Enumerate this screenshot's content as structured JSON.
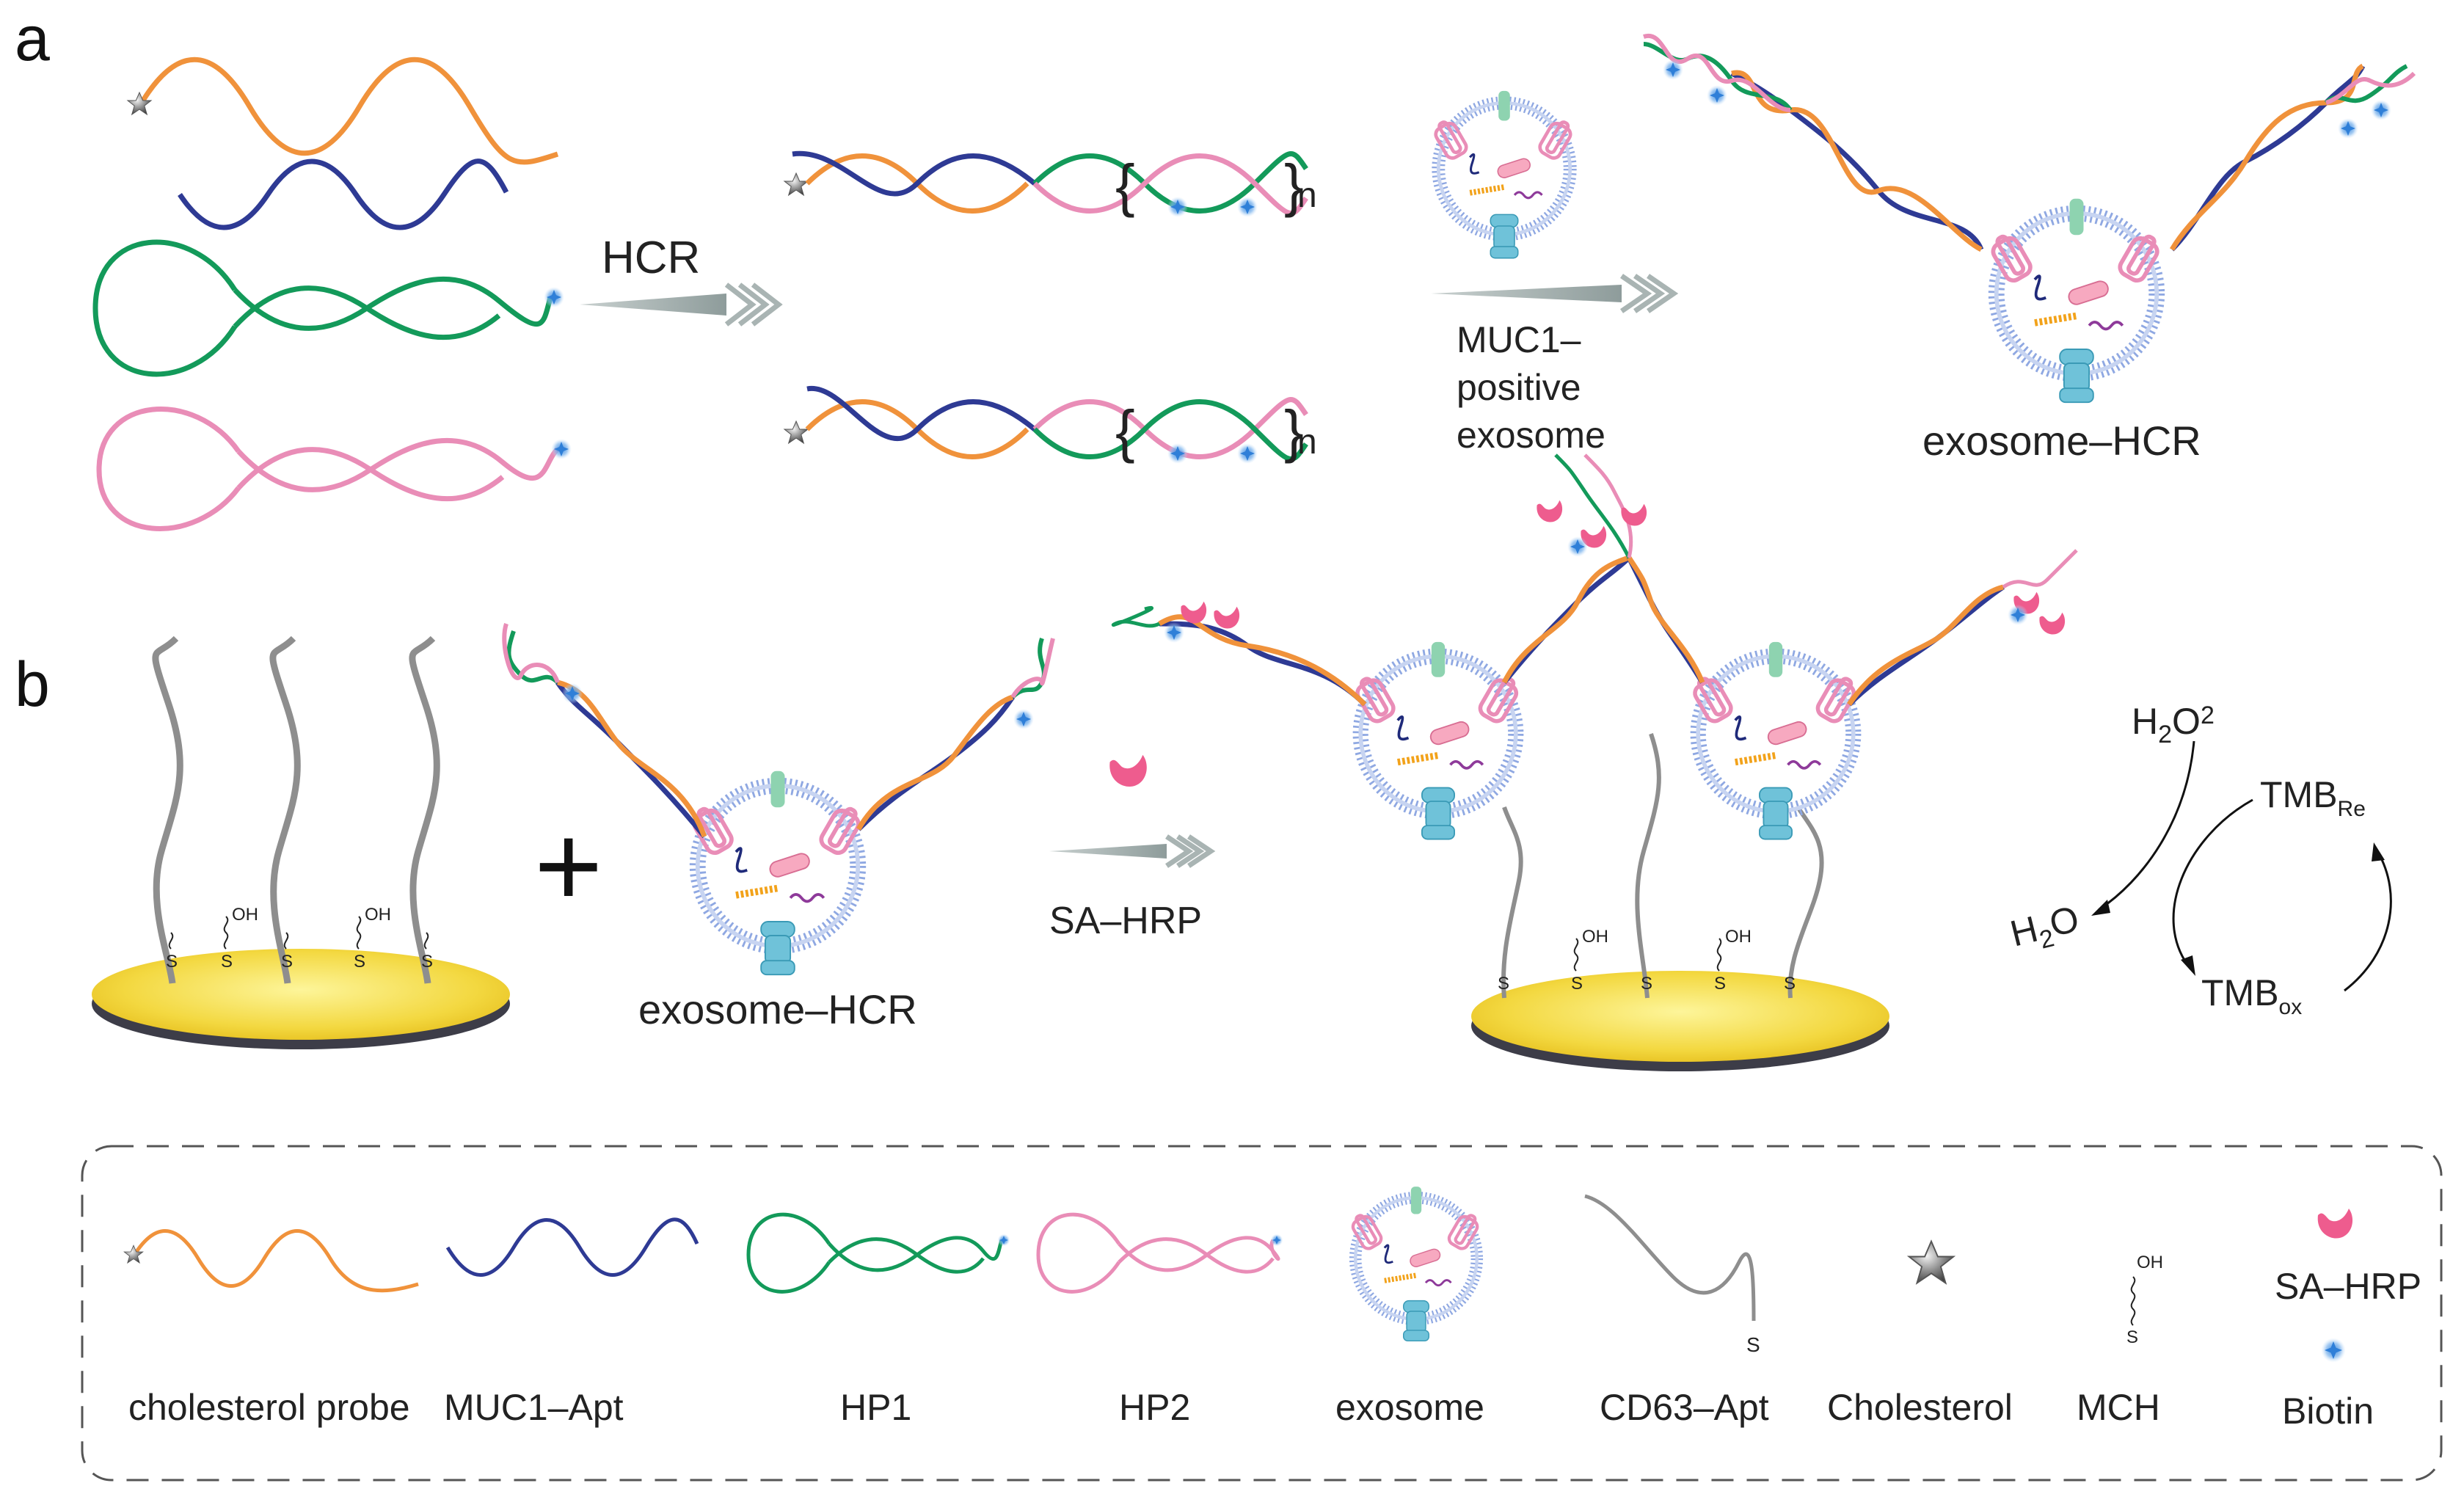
{
  "colors": {
    "orange": "#F0923B",
    "blue": "#2E3A94",
    "green": "#139A5A",
    "pink": "#E98DB7",
    "gray": "#8E8E8E",
    "arrow": "#A9B4B3",
    "gold": "#F3D840",
    "biotin": "#2F7FD8",
    "hrp": "#EE5C8E",
    "membrane": "#8FA8E2",
    "cd63": "#6FC2D9"
  },
  "panels": {
    "a": "a",
    "b": "b"
  },
  "panel_a": {
    "step1_label": "HCR",
    "product_repeat": "n",
    "step2_label_lines": [
      "MUC1–",
      "positive",
      "exosome"
    ],
    "result_label": "exosome–HCR"
  },
  "panel_b": {
    "plus": "+",
    "exosome_label": "exosome–HCR",
    "step_label": "SA–HRP",
    "oh": "OH",
    "s": "S",
    "cycle": {
      "h2o2": "H",
      "h2o2_sub": "2",
      "h2o2_o": "O",
      "h2o2_sub2": "2",
      "h2o": "H",
      "h2o_sub": "2",
      "h2o_o": "O",
      "tmb": "TMB",
      "re": "Re",
      "ox": "ox"
    }
  },
  "legend": {
    "items": [
      {
        "name": "cholesterol-probe",
        "label": "cholesterol probe"
      },
      {
        "name": "muc1-apt",
        "label": "MUC1–Apt"
      },
      {
        "name": "hp1",
        "label": "HP1"
      },
      {
        "name": "hp2",
        "label": "HP2"
      },
      {
        "name": "exosome",
        "label": "exosome"
      },
      {
        "name": "cd63-apt",
        "label": "CD63–Apt"
      },
      {
        "name": "cholesterol",
        "label": "Cholesterol"
      },
      {
        "name": "mch",
        "label": "MCH"
      },
      {
        "name": "sa-hrp",
        "label": "SA–HRP"
      },
      {
        "name": "biotin",
        "label": "Biotin"
      }
    ],
    "cd63_s": "S",
    "mch_oh": "OH",
    "mch_s": "S"
  }
}
